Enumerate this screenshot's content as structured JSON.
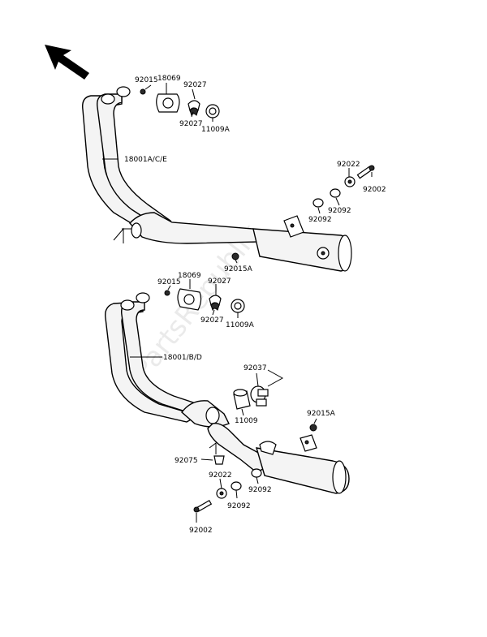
{
  "watermark": "PartsRepublik",
  "labels": {
    "top_92015": "92015",
    "top_18069": "18069",
    "top_92027_a": "92027",
    "top_92027_b": "92027",
    "top_11009A": "11009A",
    "top_18001ACE": "18001A/C/E",
    "top_92022": "92022",
    "top_92002": "92002",
    "top_92092_a": "92092",
    "top_92092_b": "92092",
    "top_92015A": "92015A",
    "bot_18069": "18069",
    "bot_92015": "92015",
    "bot_92027_a": "92027",
    "bot_92027_b": "92027",
    "bot_11009A": "11009A",
    "bot_18001BD": "18001/B/D",
    "bot_92037": "92037",
    "bot_11009": "11009",
    "bot_92015A": "92015A",
    "bot_92075": "92075",
    "bot_92022": "92022",
    "bot_92092_a": "92092",
    "bot_92092_b": "92092",
    "bot_92002": "92002"
  },
  "icons": {
    "direction_arrow": "front-direction-arrow-icon"
  }
}
